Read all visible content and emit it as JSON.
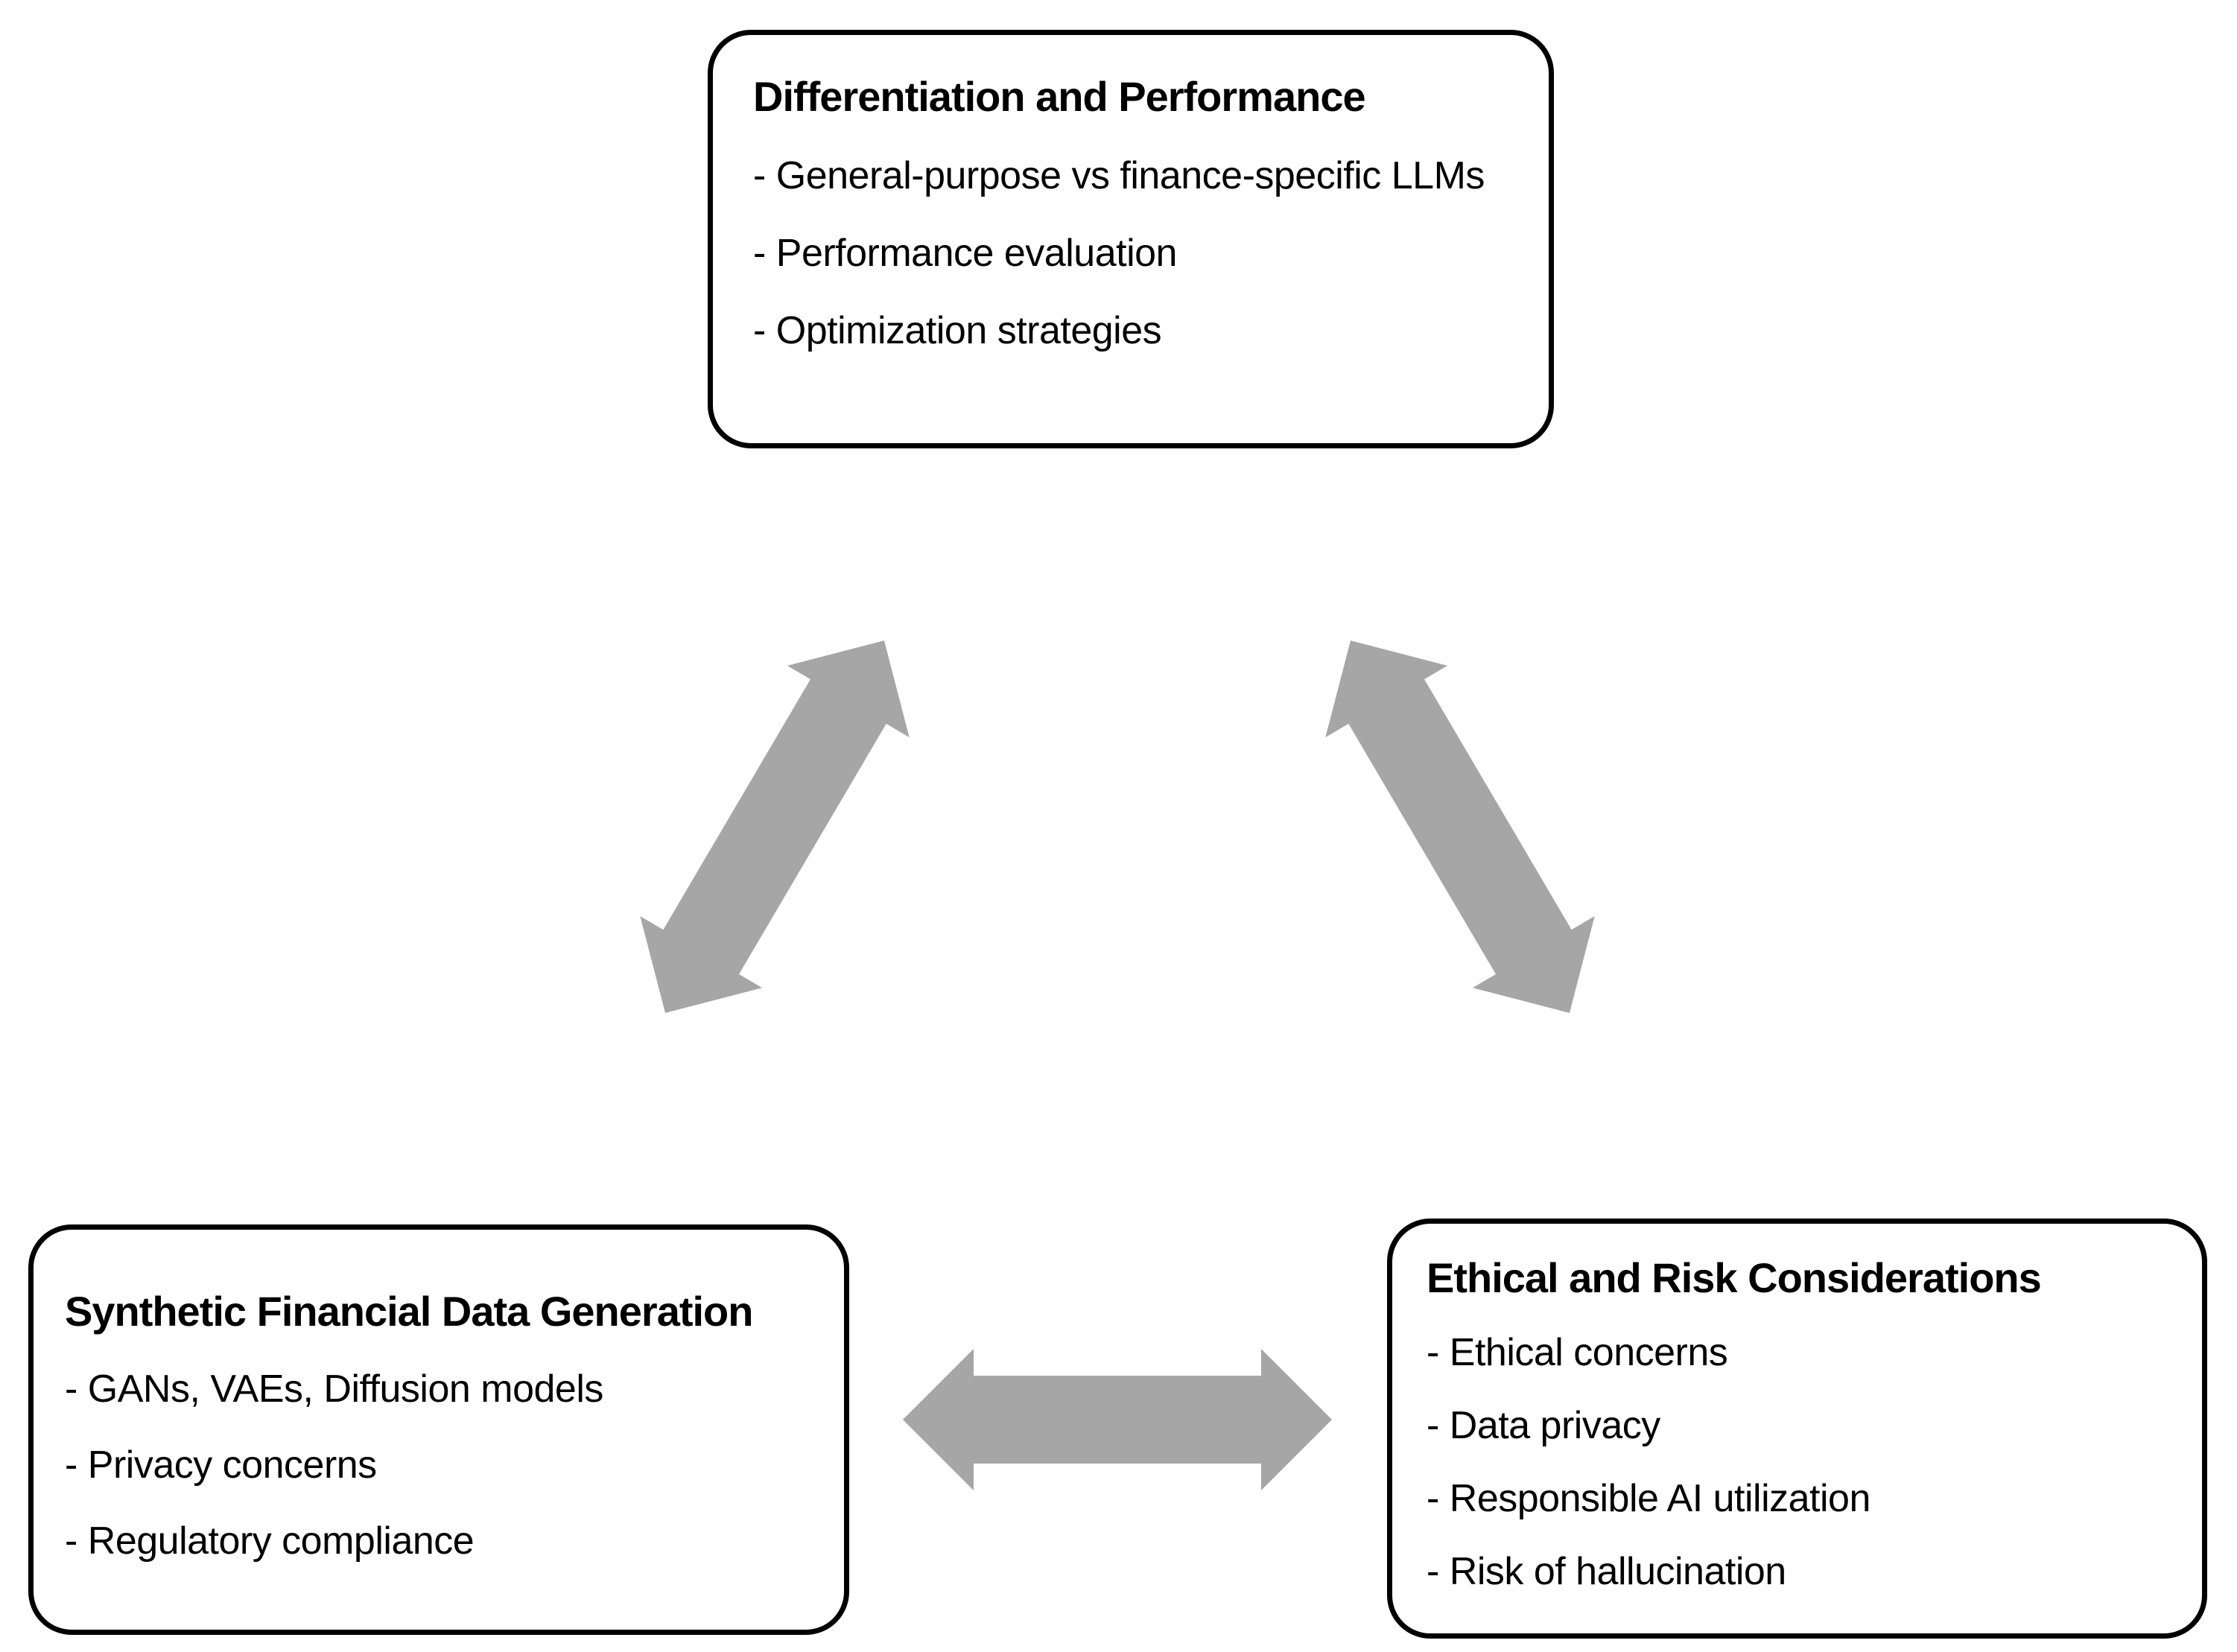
{
  "colors": {
    "arrow": "#a6a6a6",
    "box_border": "#000000",
    "text": "#000000",
    "background": "#ffffff"
  },
  "boxes": {
    "top": {
      "title": "Differentiation and Performance",
      "items": [
        "- General-purpose vs finance-specific LLMs",
        "- Performance evaluation",
        "- Optimization strategies"
      ]
    },
    "bottom_left": {
      "title": "Synthetic Financial Data Generation",
      "items": [
        "- GANs, VAEs, Diffusion models",
        "- Privacy concerns",
        "- Regulatory compliance"
      ]
    },
    "bottom_right": {
      "title": "Ethical and Risk Considerations",
      "items": [
        "- Ethical concerns",
        "- Data privacy",
        "- Responsible AI utilization",
        "- Risk of hallucination"
      ]
    }
  }
}
